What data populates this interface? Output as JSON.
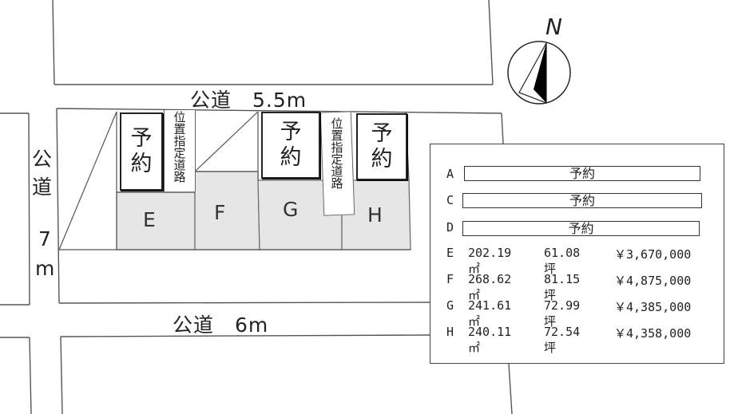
{
  "north_label": "N",
  "roads": {
    "top": "公道　5.5m",
    "bottom": "公道　6m",
    "left_line1": "公",
    "left_line2": "道",
    "left_line3": "7",
    "left_line4": "m"
  },
  "private_road_label": "位置指定道路",
  "reserved_label": "予約",
  "reserved_char1": "予",
  "reserved_char2": "約",
  "lots": [
    "E",
    "F",
    "G",
    "H"
  ],
  "legend": {
    "rows": [
      {
        "id": "A",
        "status": "予約"
      },
      {
        "id": "C",
        "status": "予約"
      },
      {
        "id": "D",
        "status": "予約"
      },
      {
        "id": "E",
        "area": "202.19㎡",
        "tsubo": "61.08坪",
        "price": "￥3,670,000"
      },
      {
        "id": "F",
        "area": "268.62㎡",
        "tsubo": "81.15坪",
        "price": "￥4,875,000"
      },
      {
        "id": "G",
        "area": "241.61㎡",
        "tsubo": "72.99坪",
        "price": "￥4,385,000"
      },
      {
        "id": "H",
        "area": "240.11㎡",
        "tsubo": "72.54坪",
        "price": "￥4,358,000"
      }
    ]
  },
  "colors": {
    "lot_fill": "#e6e6e6",
    "line": "#555555"
  }
}
